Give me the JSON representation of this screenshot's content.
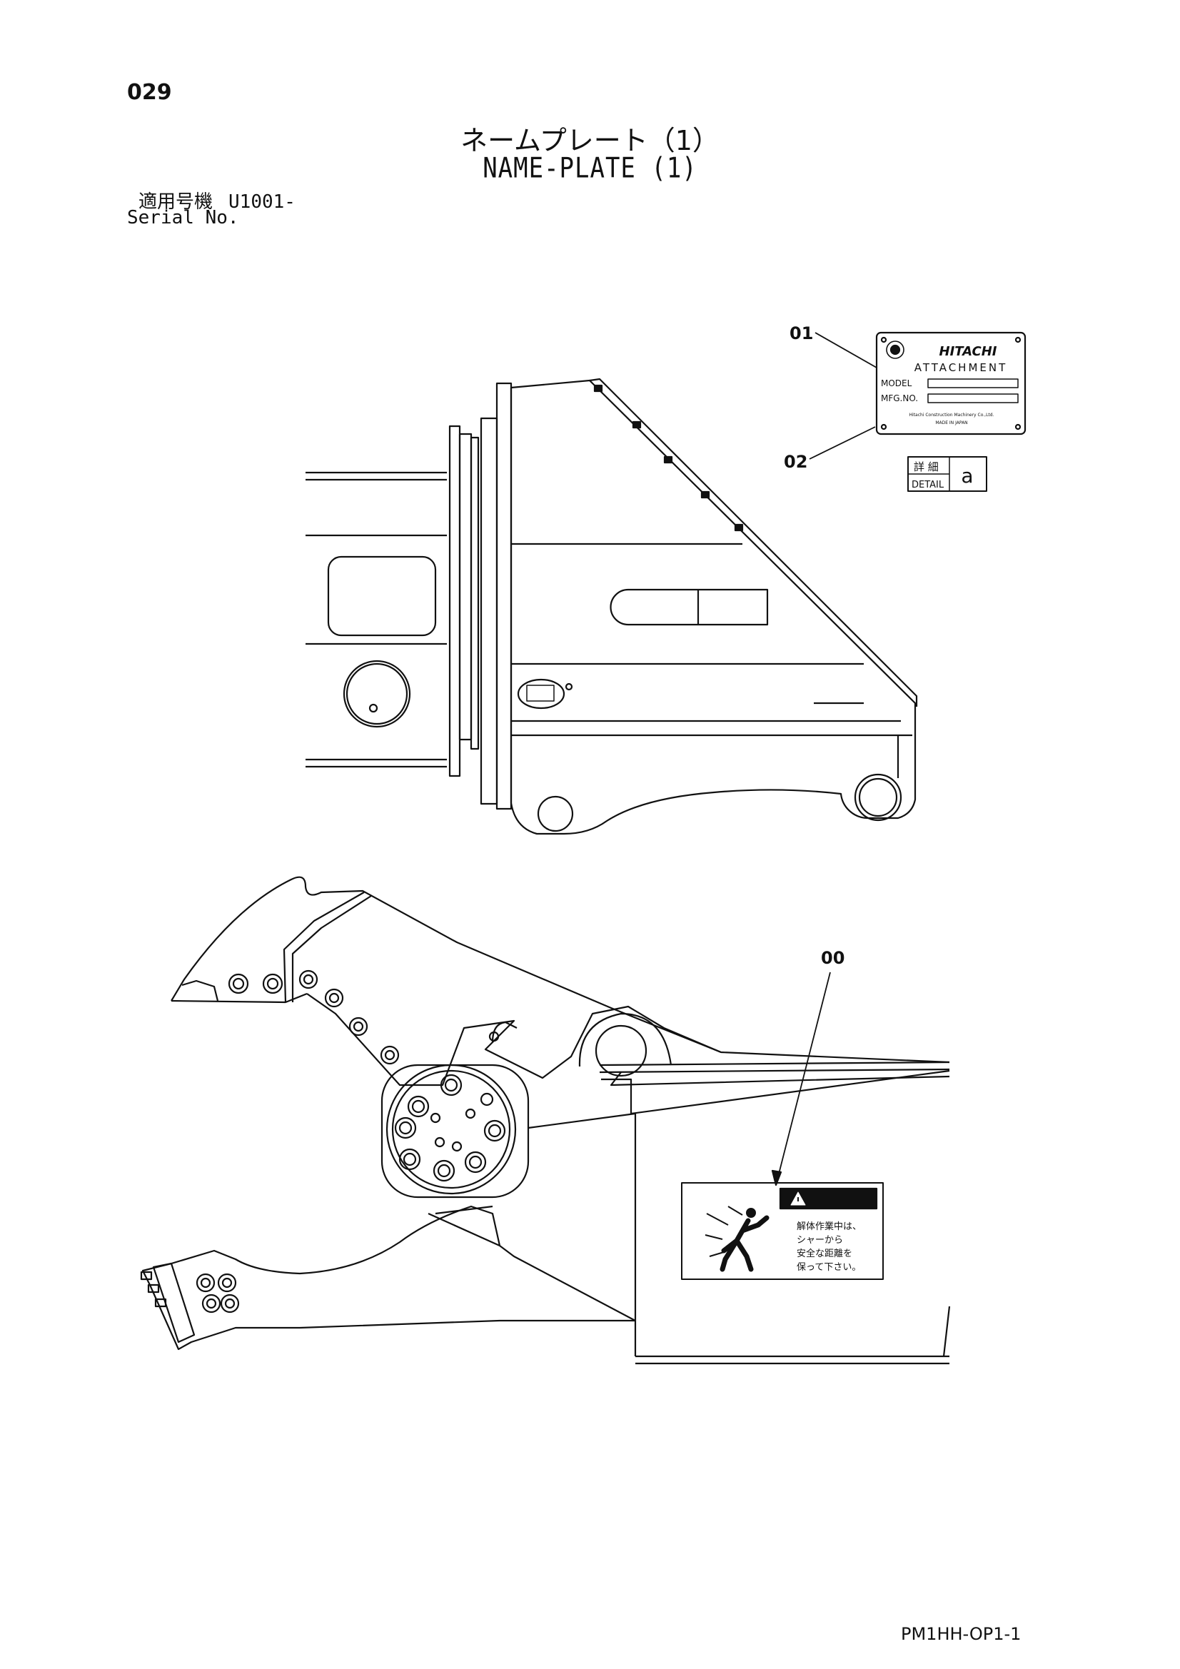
{
  "header": {
    "page_number": "029",
    "title_jp": "ネームプレート（1）",
    "title_en": "NAME-PLATE (1)",
    "serial_label_jp": "適用号機",
    "serial_value": "U1001-",
    "serial_label_en": "Serial No."
  },
  "callouts": {
    "plate": "01",
    "rivet": "02",
    "warning_label": "00"
  },
  "nameplate": {
    "brand": "HITACHI",
    "type": "ATTACHMENT",
    "model_label": "MODEL",
    "mfg_label": "MFG.NO.",
    "maker_line": "Hitachi Construction Machinery Co.,Ltd.",
    "origin_line": "MADE IN JAPAN"
  },
  "detail_box": {
    "label_jp": "詳 細",
    "label_en": "DETAIL",
    "letter": "a"
  },
  "warning": {
    "lines": [
      "解体作業中は、",
      "シャーから",
      "安全な距離を",
      "保って下さい。"
    ]
  },
  "footer": {
    "code": "PM1HH-OP1-1"
  }
}
